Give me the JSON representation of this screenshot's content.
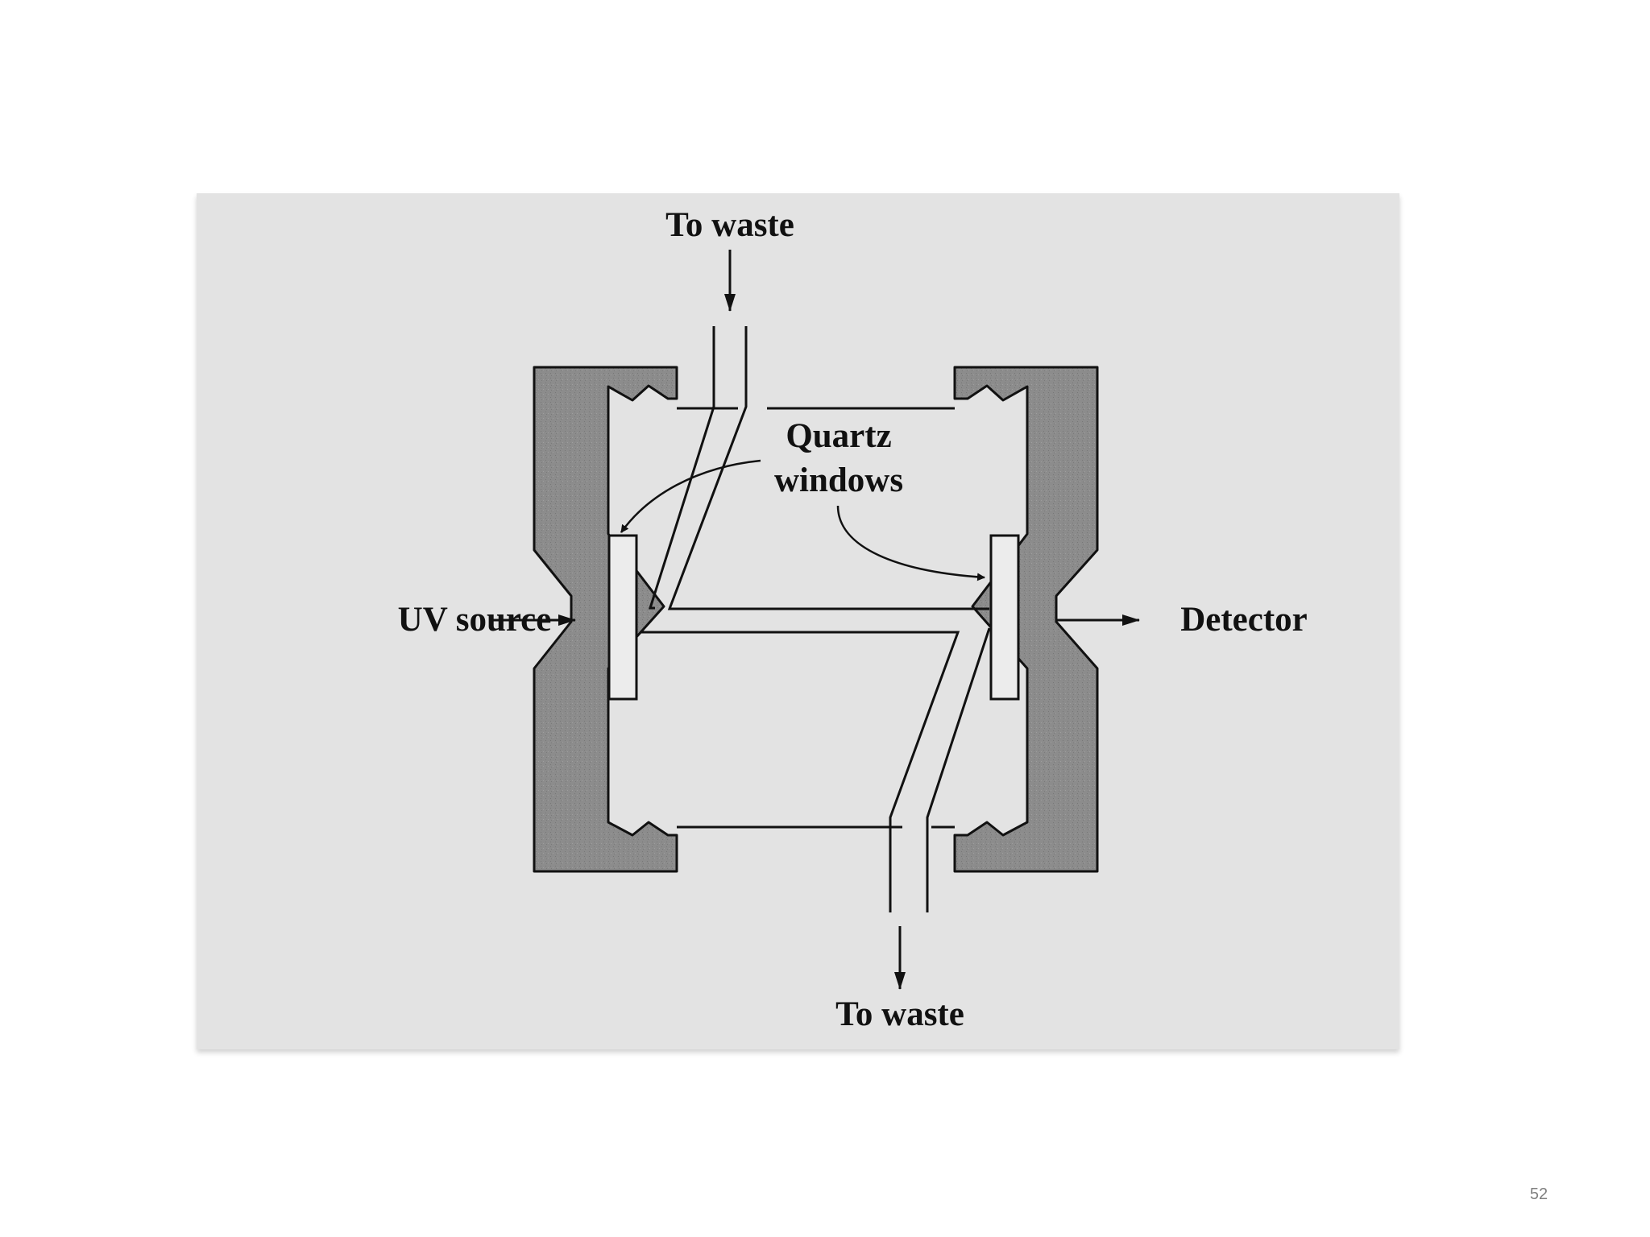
{
  "slide": {
    "page_number": "52"
  },
  "diagram": {
    "labels": {
      "waste_top": "To waste",
      "waste_bottom": "To waste",
      "quartz_line1": "Quartz",
      "quartz_line2": "windows",
      "uv_source": "UV source",
      "detector": "Detector"
    },
    "colors": {
      "frame_background": "#e3e3e3",
      "housing_fill": "#8c8c8c",
      "line": "#111111"
    }
  }
}
